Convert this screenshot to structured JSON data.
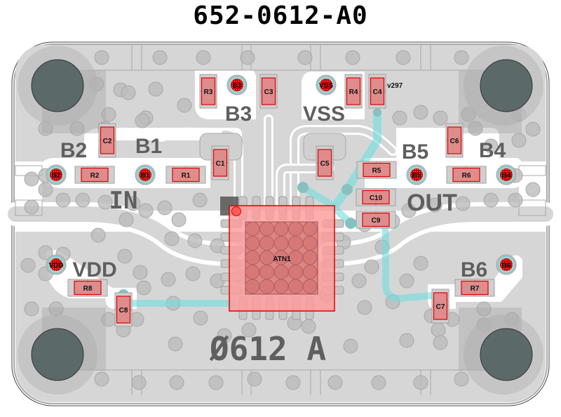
{
  "title": "652-0612-A0",
  "board": {
    "silkscreen": {
      "board_id": "Ø612 A",
      "net_labels": {
        "B1": "B1",
        "B2": "B2",
        "B3": "B3",
        "B4": "B4",
        "B5": "B5",
        "B6": "B6",
        "VSS": "VSS",
        "VDD": "VDD",
        "IN": "IN",
        "OUT": "OUT"
      },
      "via_note": "v297"
    },
    "ic": {
      "ref": "ATN1"
    },
    "components": {
      "R1": "R1",
      "R2": "R2",
      "R3": "R3",
      "R4": "R4",
      "R5": "R5",
      "R6": "R6",
      "R7": "R7",
      "R8": "R8",
      "C1": "C1",
      "C2": "C2",
      "C3": "C3",
      "C4": "C4",
      "C5": "C5",
      "C6": "C6",
      "C7": "C7",
      "C8": "C8",
      "C9": "C9",
      "C10": "C10"
    },
    "test_pads": {
      "B1": "B1",
      "B2": "B2",
      "B3": "B3",
      "B4": "B4",
      "B5": "B5",
      "B6": "B6",
      "VSS": "VSS",
      "VDD": "VDD"
    },
    "colors": {
      "copper": "#d6d6d6",
      "board_bg": "#ffffff",
      "via": "#bdbdbd",
      "mount_hole": "#5a6a6a",
      "component": "#e08080",
      "component_stroke": "#e00000",
      "ic_body": "#ff9a9a",
      "trace_highlight": "#7fe0e0",
      "pad_dot": "#e00000"
    }
  }
}
